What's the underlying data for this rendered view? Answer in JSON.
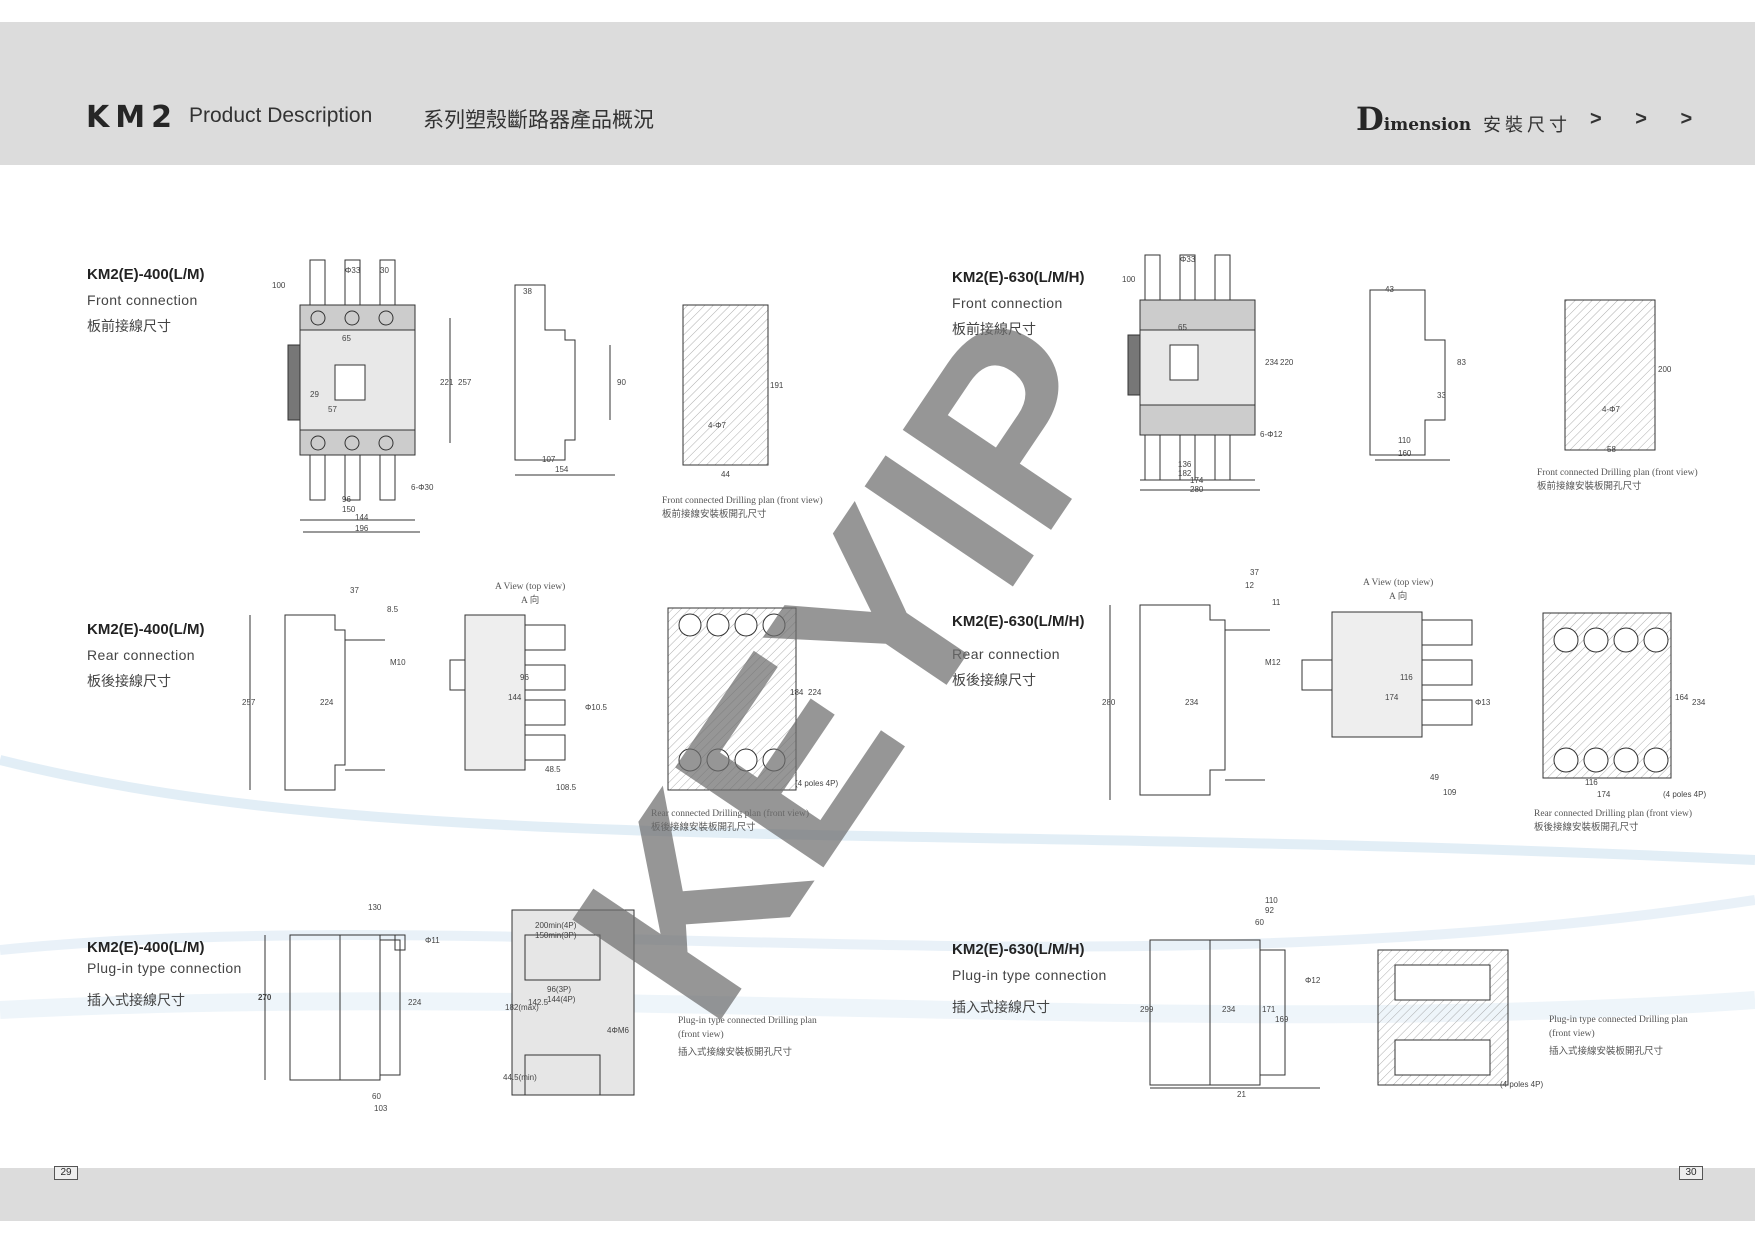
{
  "header": {
    "brand": "KM2",
    "title_en": "Product Description",
    "title_zh": "系列塑殼斷路器產品概況",
    "section_initial": "D",
    "section_rest": "imension",
    "section_zh": "安裝尺寸",
    "arrows": "> > >"
  },
  "watermark": "KEYIP",
  "pages": {
    "left": "29",
    "right": "30"
  },
  "sections": [
    {
      "model": "KM2(E)-400(L/M)",
      "type": "Front connection",
      "type_zh": "板前接線尺寸"
    },
    {
      "model": "KM2(E)-630(L/M/H)",
      "type": "Front connection",
      "type_zh": "板前接線尺寸"
    },
    {
      "model": "KM2(E)-400(L/M)",
      "type": "Rear connection",
      "type_zh": "板後接線尺寸"
    },
    {
      "model": "KM2(E)-630(L/M/H)",
      "type": "Rear connection",
      "type_zh": "板後接線尺寸"
    },
    {
      "model": "KM2(E)-400(L/M)",
      "type": "Plug-in type connection",
      "type_zh": "插入式接線尺寸"
    },
    {
      "model": "KM2(E)-630(L/M/H)",
      "type": "Plug-in type connection",
      "type_zh": "插入式接線尺寸"
    }
  ],
  "captions": {
    "front_en": "Front connected Drilling plan (front view)",
    "front_zh": "板前接線安裝板開孔尺寸",
    "rear_en": "Rear connected Drilling plan (front view)",
    "rear_zh": "板後接線安裝板開孔尺寸",
    "plug_en1": "Plug-in type connected Drilling plan",
    "plug_en2": "(front view)",
    "plug_zh": "插入式接線安裝板開孔尺寸",
    "aview_en": "A View (top view)",
    "aview_zh": "A 向"
  },
  "dims": {
    "d400f": [
      "100",
      "Φ33",
      "30",
      "65",
      "221",
      "257",
      "29",
      "57",
      "96",
      "150",
      "144",
      "196",
      "6-Φ30",
      "4-Φ7",
      "38",
      "90",
      "107",
      "154",
      "191",
      "44"
    ],
    "d630f": [
      "100",
      "Φ33",
      "65",
      "234",
      "220",
      "6-Φ12",
      "136",
      "182",
      "174",
      "280",
      "43",
      "83",
      "33",
      "110",
      "160",
      "200",
      "4-Φ7",
      "58"
    ],
    "d400r": [
      "37",
      "8.5",
      "M10",
      "257",
      "224",
      "96",
      "144",
      "Φ10.5",
      "48.5",
      "108.5",
      "184",
      "224",
      "(4 poles 4P)"
    ],
    "d630r": [
      "37",
      "12",
      "11",
      "M12",
      "280",
      "234",
      "174",
      "116",
      "Φ13",
      "49",
      "109",
      "164",
      "234",
      "116",
      "174",
      "(4 poles 4P)"
    ],
    "d400p": [
      "130",
      "Φ11",
      "270",
      "224",
      "60",
      "103",
      "200min(4P)",
      "150min(3P)",
      "182(max)",
      "142.5",
      "96(3P)",
      "144(4P)",
      "4ΦM6",
      "44.5(min)"
    ],
    "d630p": [
      "110",
      "92",
      "60",
      "Φ12",
      "299",
      "234",
      "171",
      "169",
      "21",
      "(4 poles 4P)"
    ]
  },
  "colors": {
    "band": "#dcdcdc",
    "watermark": "#6e6e6e"
  }
}
